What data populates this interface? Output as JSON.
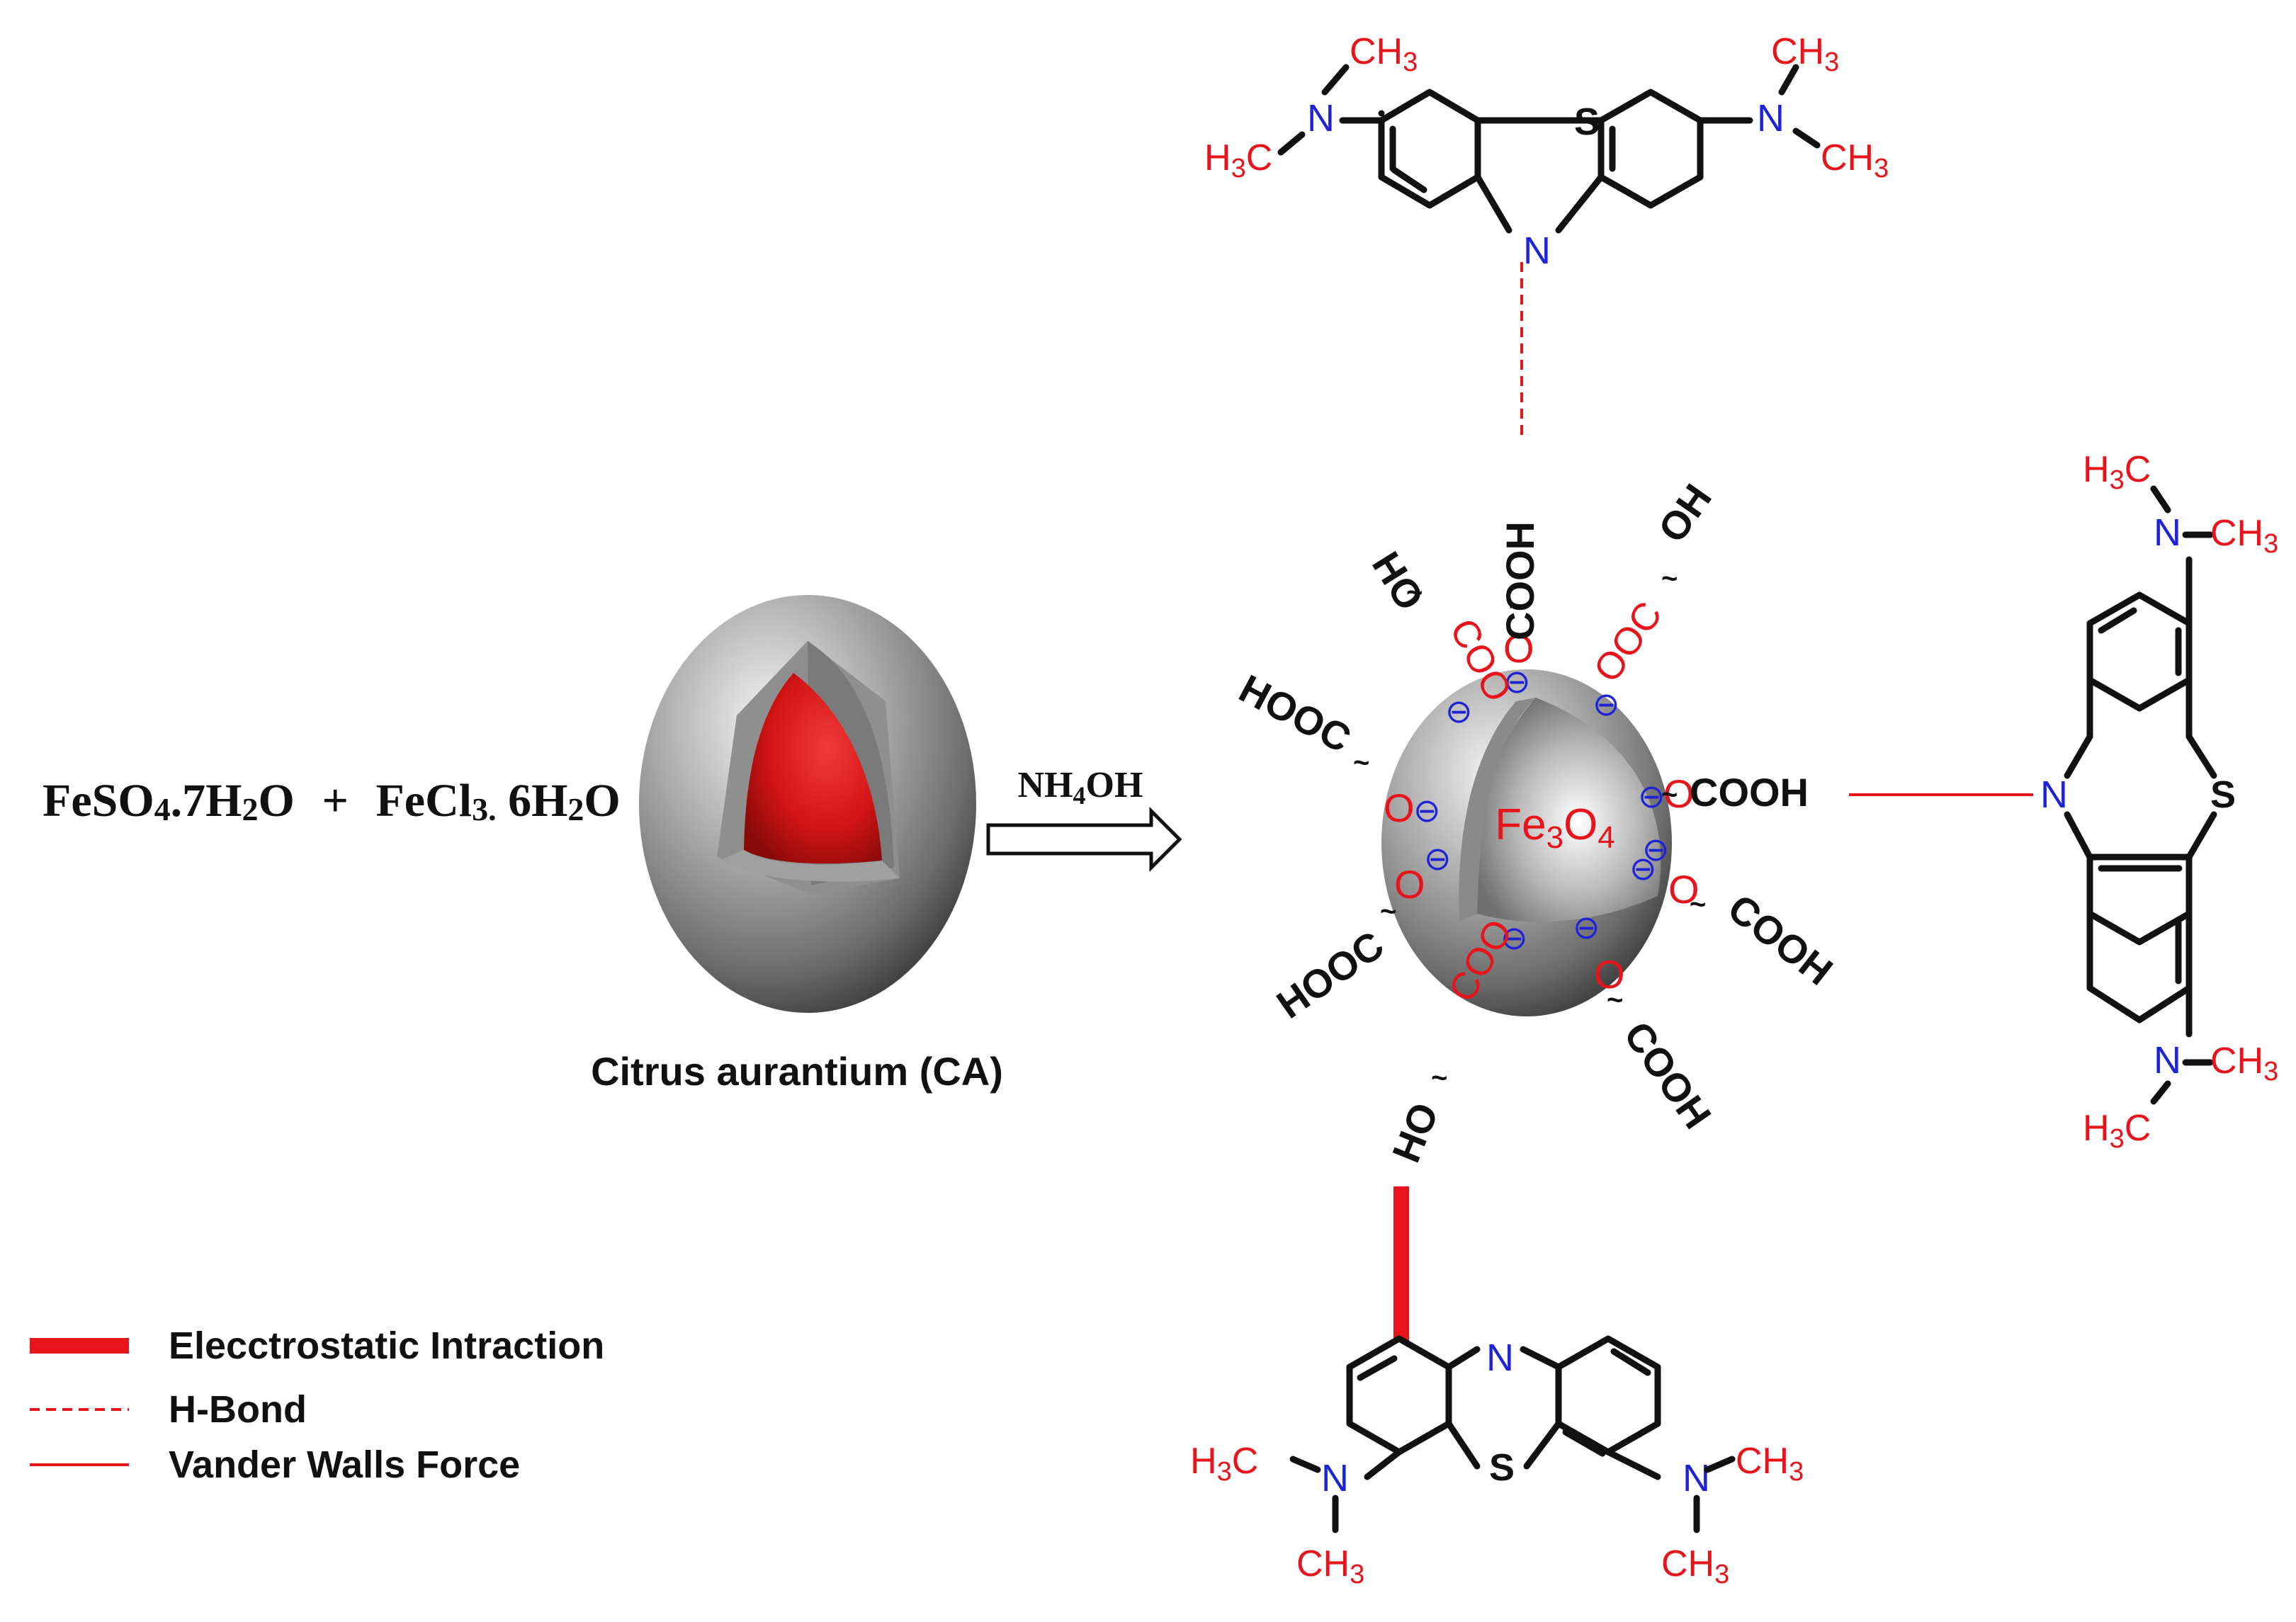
{
  "reactants": {
    "feso4": "FeSO",
    "feso4_sub": "4",
    "feso4_tail": ".7H",
    "h2_sub": "2",
    "o1": "O",
    "plus1": "+",
    "fecl3": "FeCl",
    "fecl3_sub": "3.",
    "fecl3_tail": " 6H",
    "h2_sub2": "2",
    "o2": "O",
    "plus2": "+"
  },
  "sphere_label": "Citrus aurantium (CA)",
  "arrow_label": {
    "main": "NH",
    "sub": "4",
    "tail": "OH"
  },
  "core_label": {
    "fe": "Fe",
    "sub1": "3",
    "o": "O",
    "sub2": "4"
  },
  "groups": {
    "cooh": "COOH",
    "hooc": "HOOC",
    "ho": "HO",
    "oh": "OH",
    "coo": "COO",
    "ooc": "OOC",
    "o": "O",
    "minus": "⊖",
    "wave": "~"
  },
  "molecule": {
    "s": "S",
    "n": "N",
    "ch3": "CH",
    "h3c": "H",
    "three": "3",
    "c": "C"
  },
  "legend": [
    {
      "label": "Elecctrostatic Intraction",
      "style": "thick"
    },
    {
      "label": "H-Bond",
      "style": "dashed"
    },
    {
      "label": "Vander Walls Force",
      "style": "thin"
    }
  ],
  "colors": {
    "red": "#e8141b",
    "blue": "#1e23d8",
    "black": "#111111"
  }
}
